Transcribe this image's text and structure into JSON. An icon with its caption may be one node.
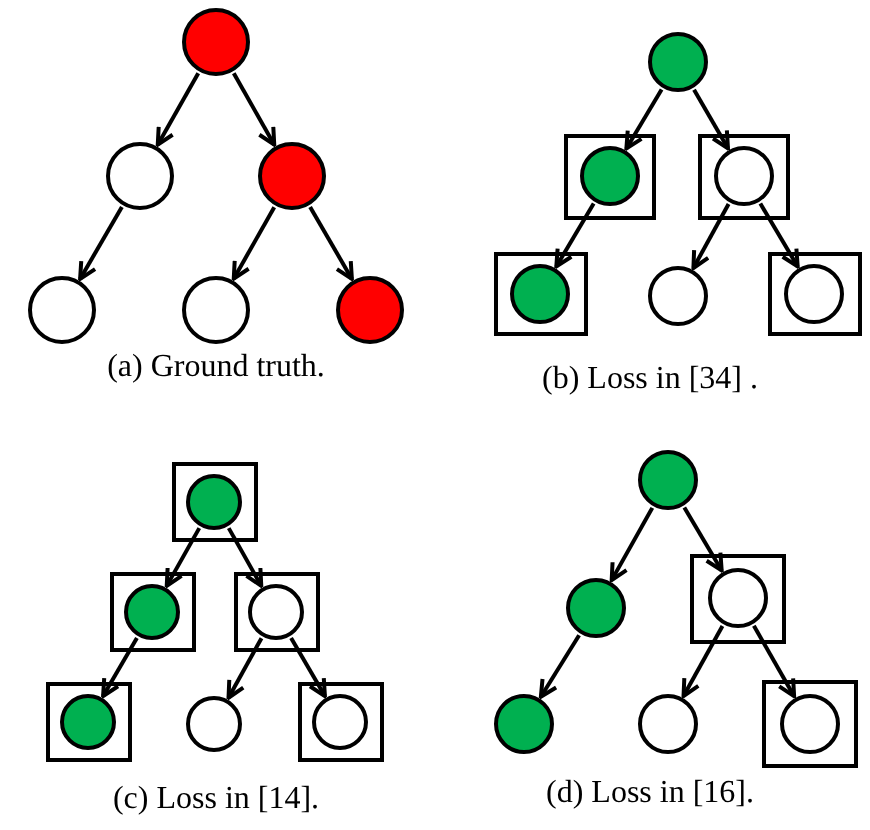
{
  "diagram": {
    "nodes": [
      {
        "text": [],
        "shape": "circle"
      },
      {
        "text": [],
        "shape": "circle"
      },
      {
        "text": [],
        "shape": "circle"
      },
      {
        "text": [],
        "shape": "circle"
      },
      {
        "text": [],
        "shape": "circle"
      },
      {
        "text": [],
        "shape": "circle"
      },
      {
        "text": [],
        "shape": "circle"
      },
      {
        "text": [],
        "shape": "box"
      },
      {
        "text": [],
        "shape": "circle",
        "in": 7
      },
      {
        "text": [],
        "shape": "box"
      },
      {
        "text": [],
        "shape": "circle",
        "in": 9
      },
      {
        "text": [],
        "shape": "box"
      },
      {
        "text": [],
        "shape": "circle",
        "in": 11
      },
      {
        "text": [],
        "shape": "circle"
      },
      {
        "text": [],
        "shape": "box"
      },
      {
        "text": [],
        "shape": "circle",
        "in": 14
      },
      {
        "text": [],
        "shape": "box"
      },
      {
        "text": [],
        "shape": "circle",
        "in": 16
      },
      {
        "text": [],
        "shape": "box"
      },
      {
        "text": [],
        "shape": "circle",
        "in": 18
      },
      {
        "text": [],
        "shape": "box"
      },
      {
        "text": [],
        "shape": "circle",
        "in": 20
      },
      {
        "text": [],
        "shape": "box"
      },
      {
        "text": [],
        "shape": "circle",
        "in": 22
      },
      {
        "text": [],
        "shape": "circle"
      },
      {
        "text": [],
        "shape": "box"
      },
      {
        "text": [],
        "shape": "circle",
        "in": 25
      },
      {
        "text": [],
        "shape": "circle"
      },
      {
        "text": [],
        "shape": "circle"
      },
      {
        "text": [],
        "shape": "box"
      },
      {
        "text": [],
        "shape": "circle",
        "in": 29
      },
      {
        "text": [],
        "shape": "circle"
      },
      {
        "text": [],
        "shape": "circle"
      },
      {
        "text": [],
        "shape": "box"
      },
      {
        "text": [],
        "shape": "circle",
        "in": 33
      }
    ],
    "edges": [
      {
        "from": 0,
        "to": 1,
        "arrow": "to"
      },
      {
        "from": 0,
        "to": 2,
        "arrow": "to"
      },
      {
        "from": 1,
        "to": 3,
        "arrow": "to"
      },
      {
        "from": 2,
        "to": 4,
        "arrow": "to"
      },
      {
        "from": 2,
        "to": 5,
        "arrow": "to"
      },
      {
        "from": 6,
        "to": 8,
        "arrow": "to"
      },
      {
        "from": 6,
        "to": 10,
        "arrow": "to"
      },
      {
        "from": 8,
        "to": 12,
        "arrow": "to"
      },
      {
        "from": 10,
        "to": 13,
        "arrow": "to"
      },
      {
        "from": 10,
        "to": 15,
        "arrow": "to"
      },
      {
        "from": 17,
        "to": 19,
        "arrow": "to"
      },
      {
        "from": 17,
        "to": 21,
        "arrow": "to"
      },
      {
        "from": 19,
        "to": 23,
        "arrow": "to"
      },
      {
        "from": 21,
        "to": 24,
        "arrow": "to"
      },
      {
        "from": 21,
        "to": 26,
        "arrow": "to"
      },
      {
        "from": 27,
        "to": 28,
        "arrow": "to"
      },
      {
        "from": 27,
        "to": 30,
        "arrow": "to"
      },
      {
        "from": 28,
        "to": 31,
        "arrow": "to"
      },
      {
        "from": 30,
        "to": 32,
        "arrow": "to"
      },
      {
        "from": 30,
        "to": 34,
        "arrow": "to"
      }
    ],
    "labels": [
      "(a) Ground truth.",
      "(b) Loss in [34] .",
      "(c) Loss in [14].",
      "(d) Loss in [16]."
    ]
  }
}
